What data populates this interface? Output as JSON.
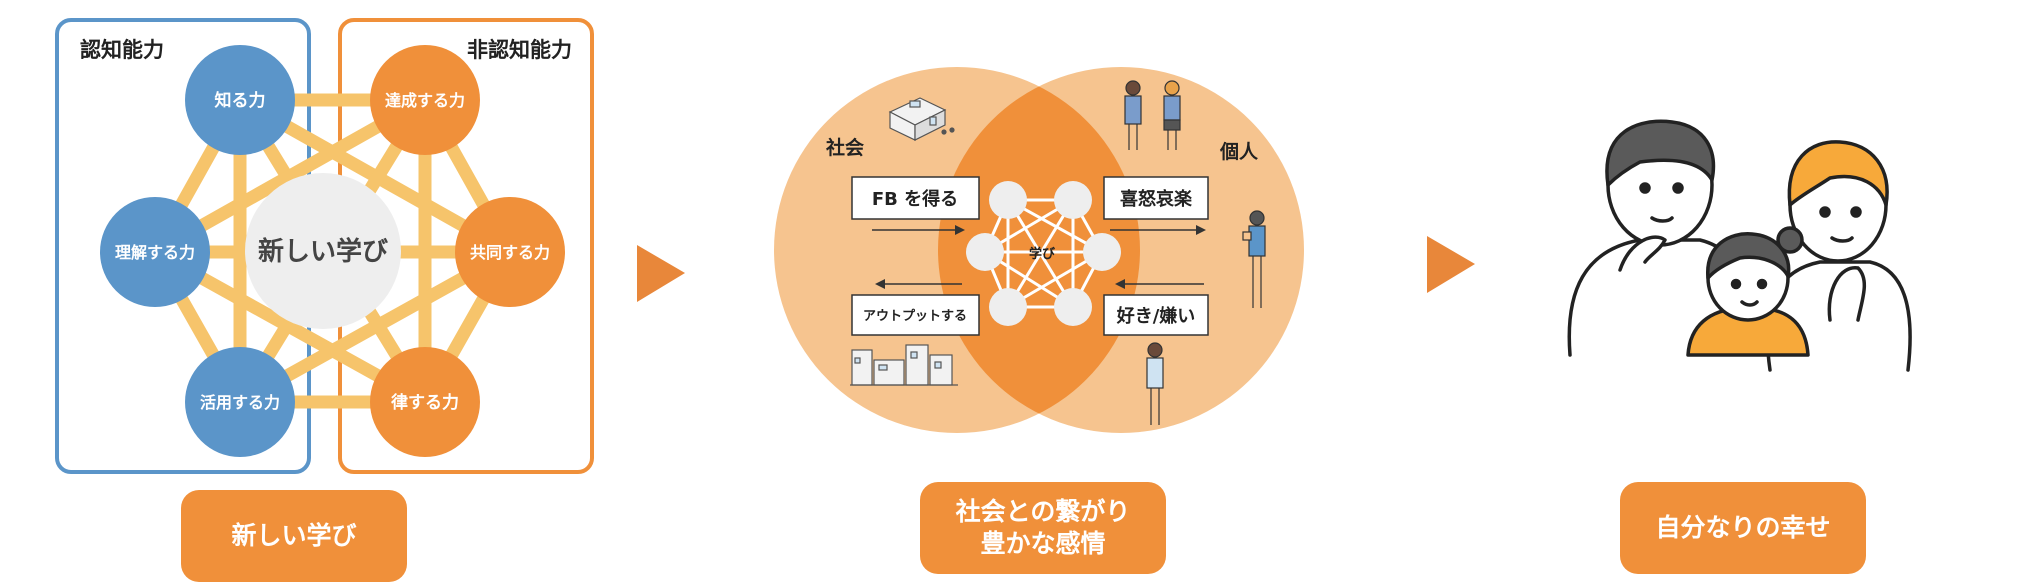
{
  "panel1": {
    "cognitive_label": "認知能力",
    "noncognitive_label": "非認知能力",
    "center_label": "新しい学び",
    "cognitive_nodes": [
      "知る力",
      "理解する力",
      "活用する力"
    ],
    "noncognitive_nodes": [
      "達成する力",
      "共同する力",
      "律する力"
    ],
    "caption": "新しい学び",
    "colors": {
      "blue": "#5b95c9",
      "orange": "#f0903a",
      "link": "#f6c46b",
      "center": "#eeeeee"
    }
  },
  "panel2": {
    "society_label": "社会",
    "individual_label": "個人",
    "center_label": "学び",
    "boxes": {
      "get_feedback": "FB を得る",
      "output": "アウトプットする",
      "emotions": "喜怒哀楽",
      "likes": "好き/嫌い"
    },
    "caption_line1": "社会との繋がり",
    "caption_line2": "豊かな感情",
    "colors": {
      "light": "#f6c48f",
      "overlap": "#f0903a"
    }
  },
  "panel3": {
    "caption": "自分なりの幸せ"
  },
  "arrows": [
    "play-arrow-icon",
    "play-arrow-icon"
  ]
}
